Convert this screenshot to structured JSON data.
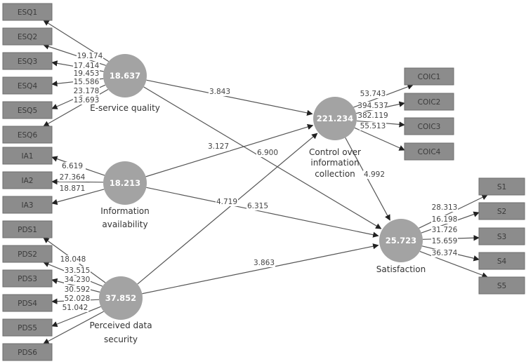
{
  "diagram": {
    "title": "Structural model (bootstrapping t-values)",
    "colors": {
      "construct": "#a3a3a3",
      "indicator": "#8c8c8c",
      "edge": "#555555"
    },
    "constructs": [
      {
        "id": "ESQ",
        "name_lines": [
          "E-service quality"
        ],
        "value": "18.637"
      },
      {
        "id": "IA",
        "name_lines": [
          "Information",
          "availability"
        ],
        "value": "18.213"
      },
      {
        "id": "PDS",
        "name_lines": [
          "Perceived data",
          "security"
        ],
        "value": "37.852"
      },
      {
        "id": "COIC",
        "name_lines": [
          "Control over",
          "information",
          "collection"
        ],
        "value": "221.234"
      },
      {
        "id": "S",
        "name_lines": [
          "Satisfaction"
        ],
        "value": "25.723"
      }
    ],
    "indicators": [
      {
        "construct": "ESQ",
        "items": [
          {
            "label": "ESQ1",
            "loading": "19.174"
          },
          {
            "label": "ESQ2",
            "loading": "17.414"
          },
          {
            "label": "ESQ3",
            "loading": "19.453"
          },
          {
            "label": "ESQ4",
            "loading": "15.586"
          },
          {
            "label": "ESQ5",
            "loading": "23.178"
          },
          {
            "label": "ESQ6",
            "loading": "13.693"
          }
        ]
      },
      {
        "construct": "IA",
        "items": [
          {
            "label": "IA1",
            "loading": "6.619"
          },
          {
            "label": "IA2",
            "loading": "27.364"
          },
          {
            "label": "IA3",
            "loading": "18.871"
          }
        ]
      },
      {
        "construct": "PDS",
        "items": [
          {
            "label": "PDS1",
            "loading": "18.048"
          },
          {
            "label": "PDS2",
            "loading": "33.515"
          },
          {
            "label": "PDS3",
            "loading": "34.230"
          },
          {
            "label": "PDS4",
            "loading": "30.592"
          },
          {
            "label": "PDS5",
            "loading": "52.028"
          },
          {
            "label": "PDS6",
            "loading": "51.042"
          }
        ]
      },
      {
        "construct": "COIC",
        "items": [
          {
            "label": "COIC1",
            "loading": "53.743"
          },
          {
            "label": "COIC2",
            "loading": "394.537"
          },
          {
            "label": "COIC3",
            "loading": "382.119"
          },
          {
            "label": "COIC4",
            "loading": "55.513"
          }
        ]
      },
      {
        "construct": "S",
        "items": [
          {
            "label": "S1",
            "loading": "28.313"
          },
          {
            "label": "S2",
            "loading": "16.198"
          },
          {
            "label": "S3",
            "loading": "31.726"
          },
          {
            "label": "S4",
            "loading": "15.659"
          },
          {
            "label": "S5",
            "loading": "36.374"
          }
        ]
      }
    ],
    "paths": [
      {
        "from": "ESQ",
        "to": "COIC",
        "value": "3.843"
      },
      {
        "from": "ESQ",
        "to": "S",
        "value": "6.900"
      },
      {
        "from": "IA",
        "to": "COIC",
        "value": "3.127"
      },
      {
        "from": "IA",
        "to": "S",
        "value": "6.315"
      },
      {
        "from": "PDS",
        "to": "COIC",
        "value": "4.719"
      },
      {
        "from": "PDS",
        "to": "S",
        "value": "3.863"
      },
      {
        "from": "COIC",
        "to": "S",
        "value": "4.992"
      }
    ]
  }
}
